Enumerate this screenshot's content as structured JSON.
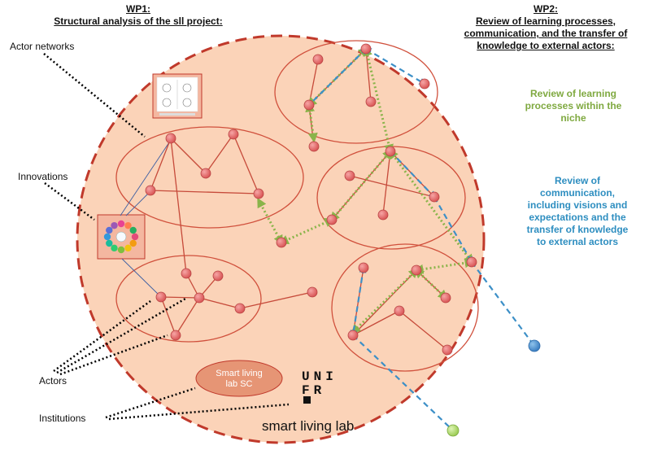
{
  "wp1": {
    "heading": "WP1:",
    "subtitle": "Structural analysis of the sll project:"
  },
  "wp2": {
    "heading": "WP2:",
    "subtitle_lines": [
      "Review of learning processes,",
      "communication, and the transfer of",
      "knowledge to external actors:"
    ]
  },
  "side_labels": {
    "actor_networks": "Actor networks",
    "innovations": "Innovations",
    "actors": "Actors",
    "institutions": "Institutions"
  },
  "review_learning": {
    "lines": [
      "Review of learning",
      "processes within the",
      "niche"
    ],
    "color": "#7fa940"
  },
  "review_communication": {
    "lines": [
      "Review of",
      "communication,",
      "including visions and",
      "expectations and the",
      "transfer of knowledge",
      "to external actors"
    ],
    "color": "#2e8ec0"
  },
  "institution_badge": {
    "lines": [
      "Smart living",
      "lab SC"
    ]
  },
  "unifr_logo_rows": [
    "UNI",
    "FR"
  ],
  "brand": "smart living lab",
  "colors": {
    "circle_fill": "#fbd3b8",
    "circle_border": "#c0392b",
    "node_fill": "#e97575",
    "green_arrow": "#8ab44a",
    "blue_arrow": "#3c8fc7"
  }
}
